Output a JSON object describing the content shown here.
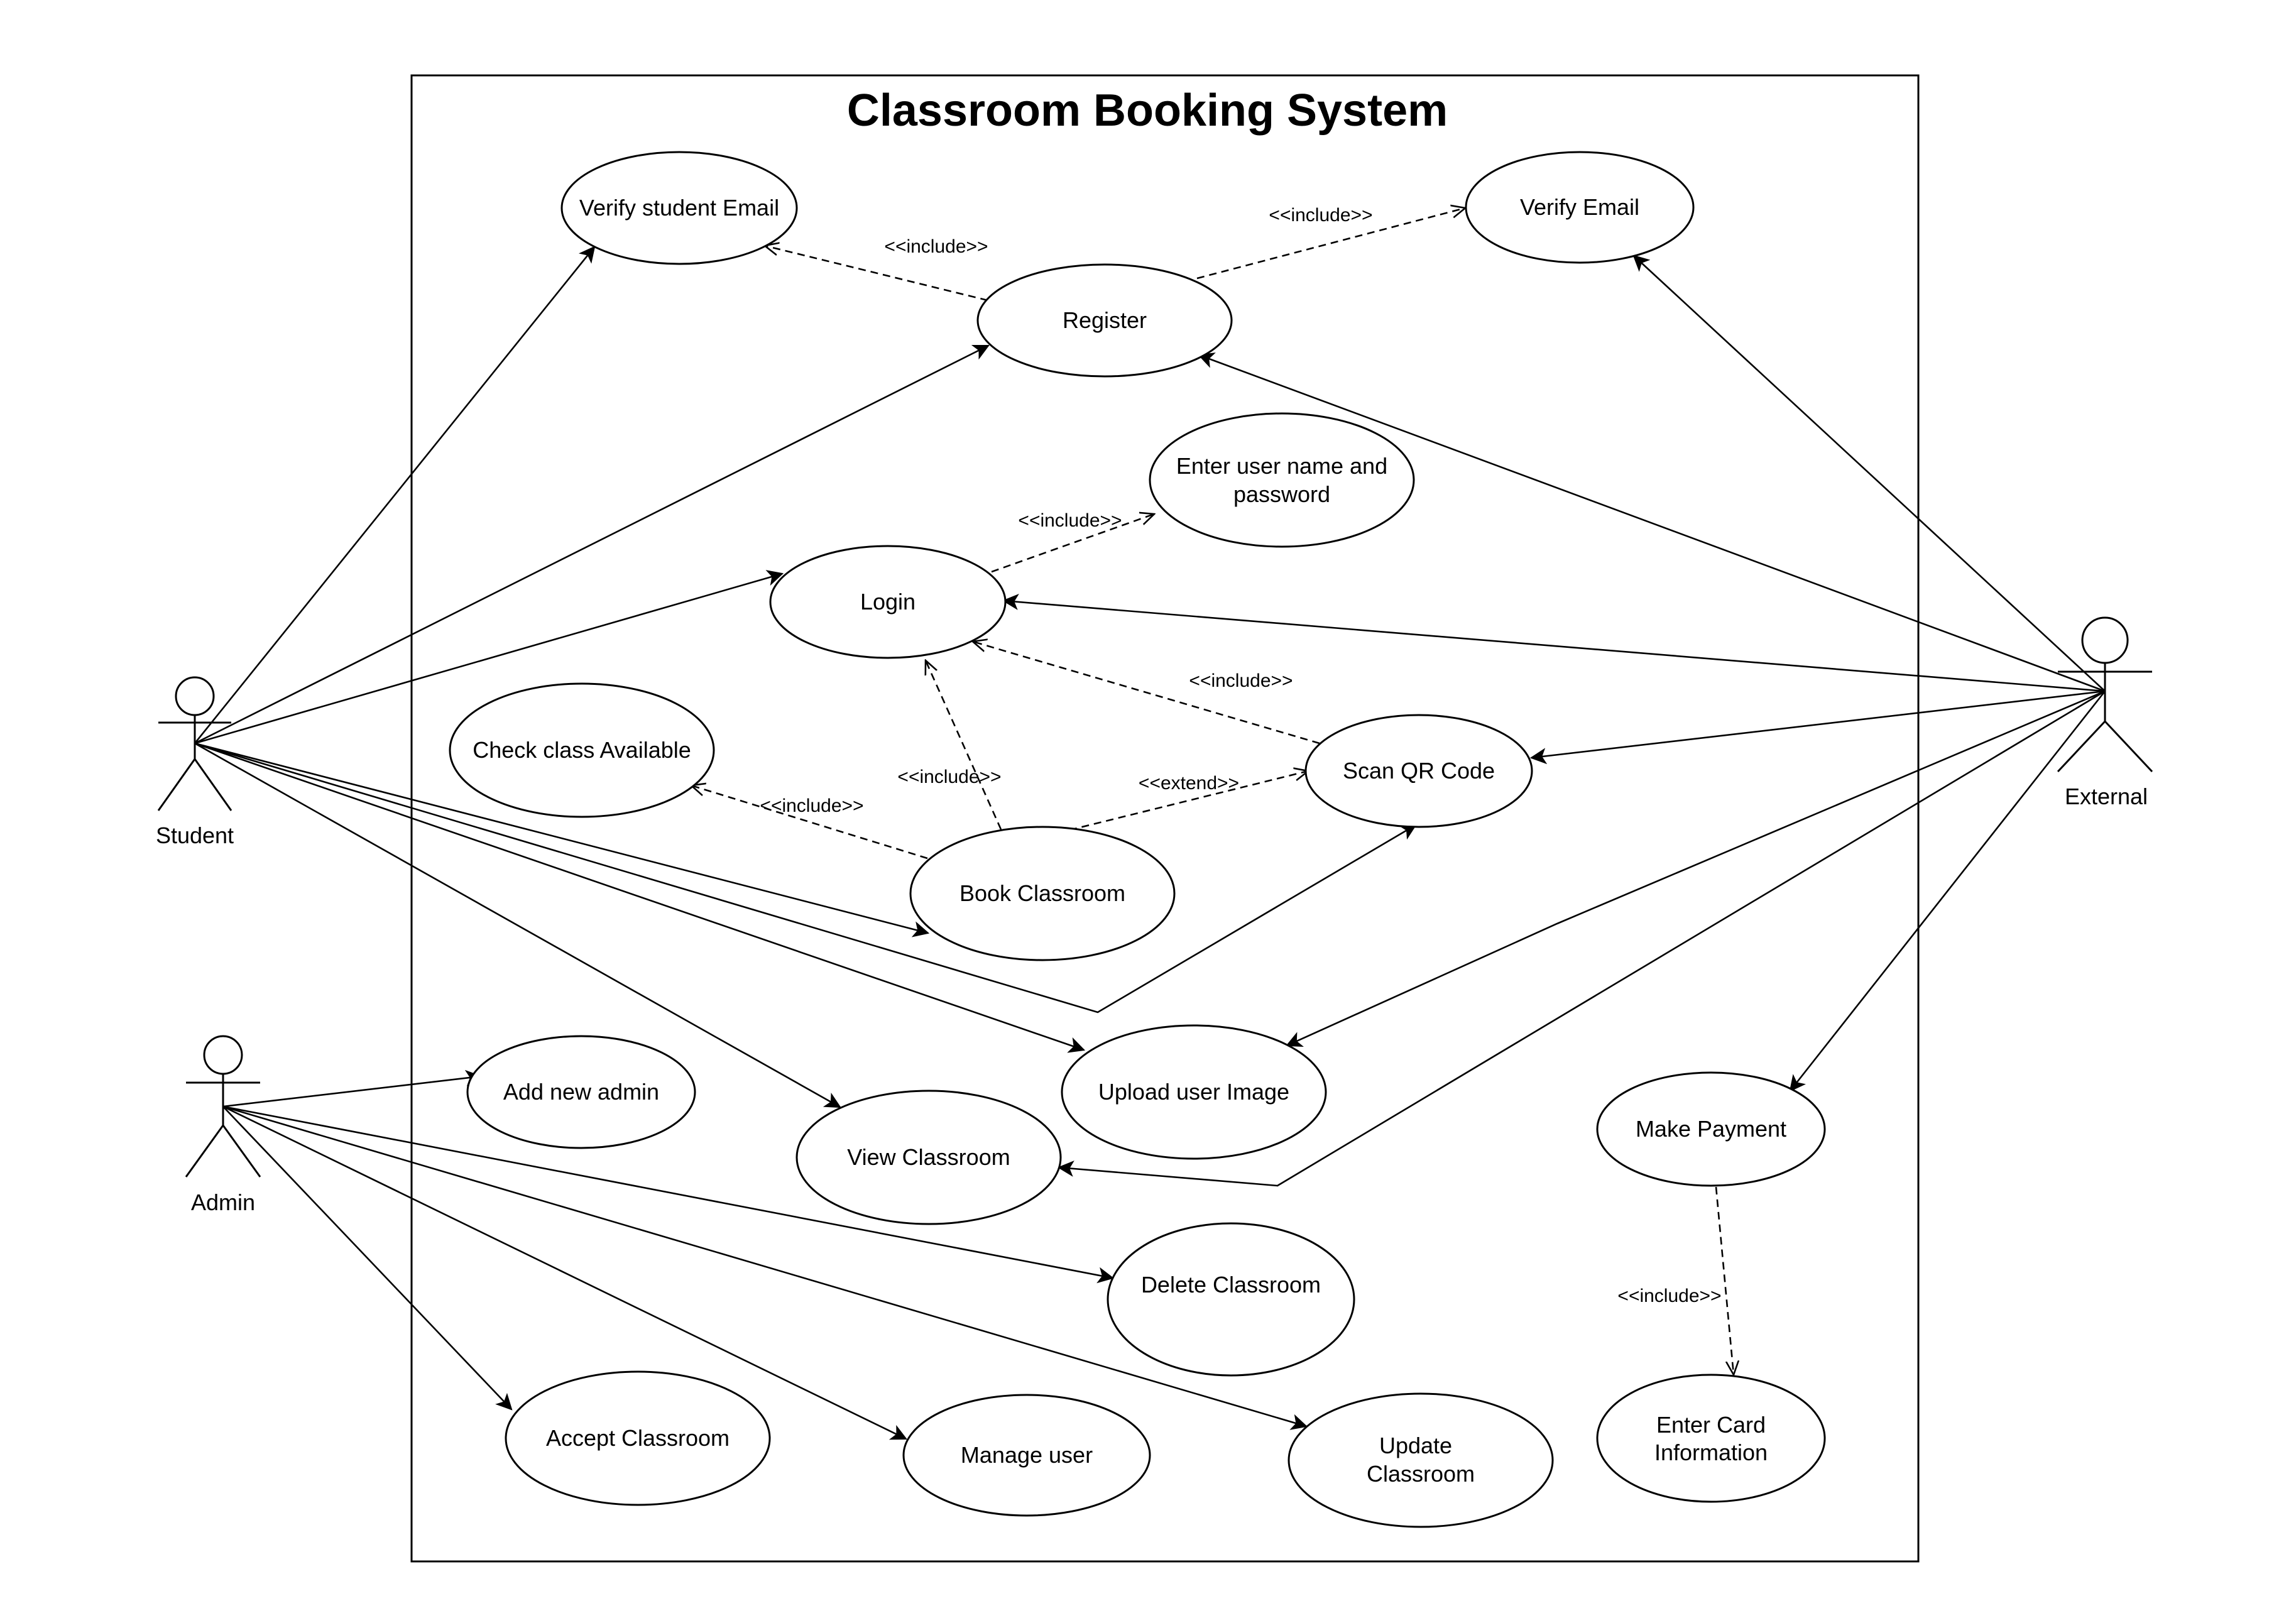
{
  "title": "Classroom Booking System",
  "actors": {
    "student": "Student",
    "admin": "Admin",
    "external": "External"
  },
  "use_cases": {
    "verify_student_email": "Verify student Email",
    "register": "Register",
    "verify_email": "Verify Email",
    "enter_credentials_line1": "Enter user name and",
    "enter_credentials_line2": "password",
    "login": "Login",
    "check_class_available": "Check class Available",
    "scan_qr_code": "Scan QR Code",
    "book_classroom": "Book Classroom",
    "add_new_admin": "Add new admin",
    "upload_user_image": "Upload user Image",
    "view_classroom": "View Classroom",
    "make_payment": "Make Payment",
    "delete_classroom": "Delete Classroom",
    "accept_classroom": "Accept Classroom",
    "manage_user": "Manage user",
    "update_classroom_line1": "Update",
    "update_classroom_line2": "Classroom",
    "enter_card_line1": "Enter Card",
    "enter_card_line2": "Information"
  },
  "relationships": {
    "include": "<<include>>",
    "extend": "<<extend>>"
  }
}
